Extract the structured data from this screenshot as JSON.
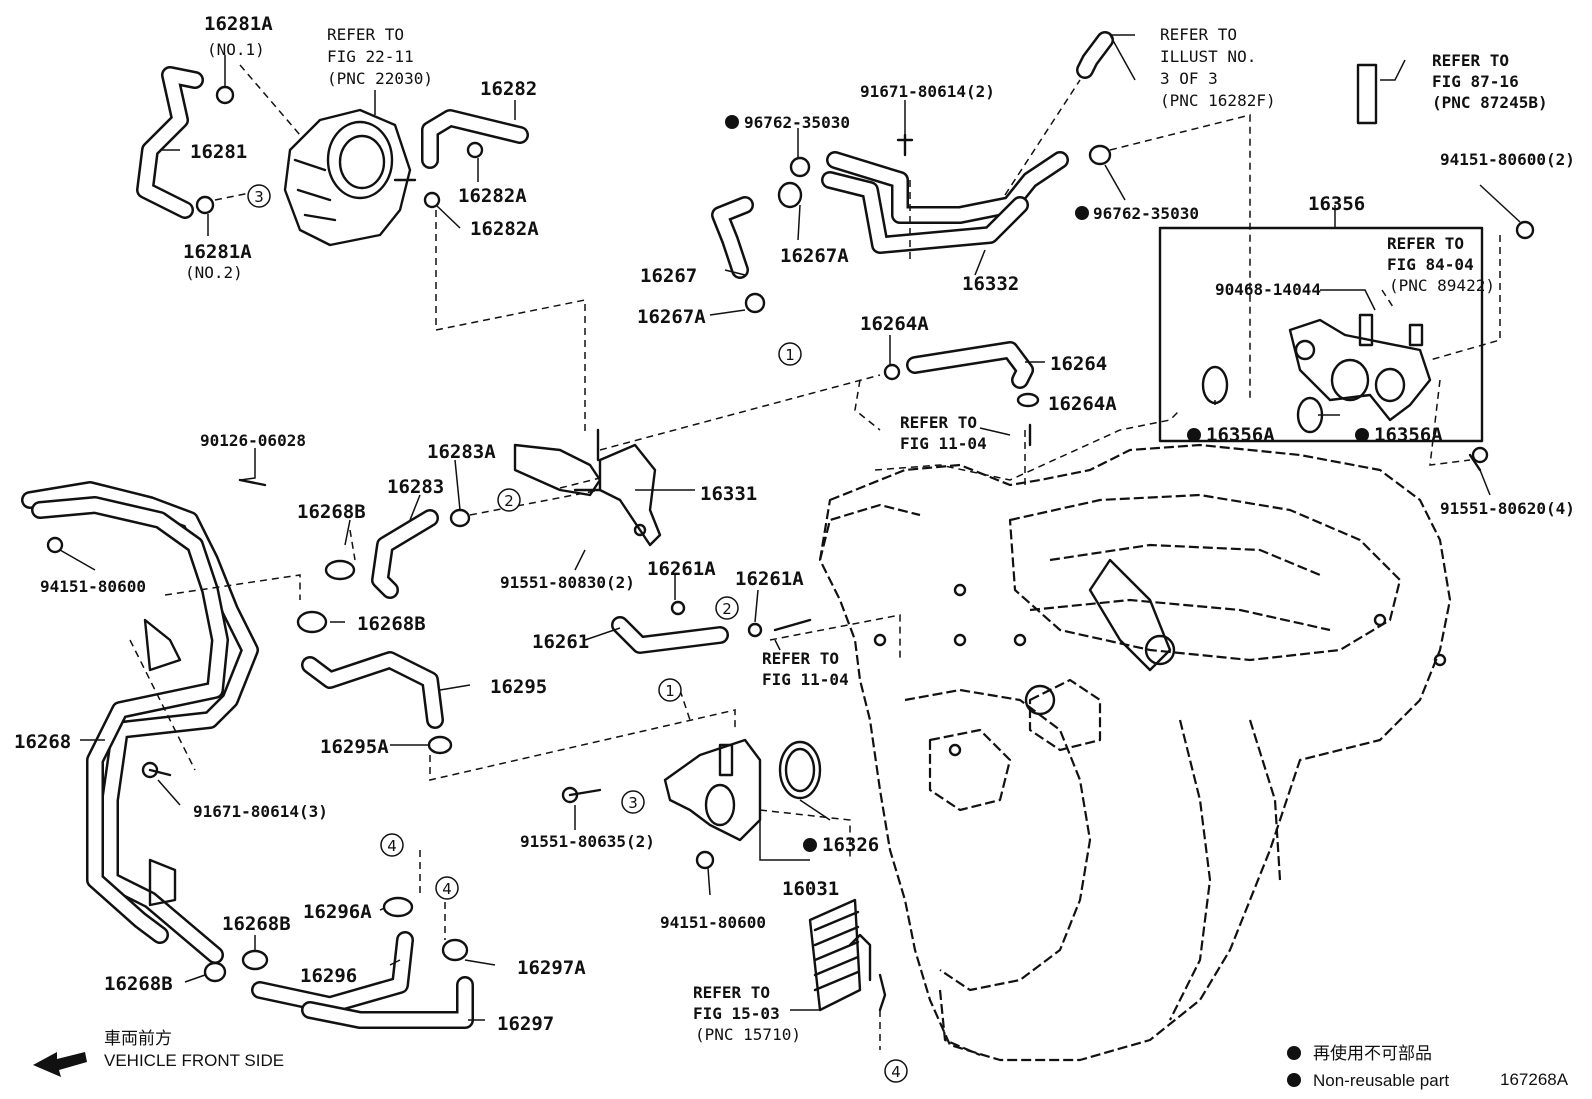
{
  "labels": {
    "p16281A_1": "16281A",
    "p16281A_1_note": "(NO.1)",
    "p16281": "16281",
    "p16281A_2": "16281A",
    "p16281A_2_note": "(NO.2)",
    "ref_throttle": [
      "REFER TO",
      "FIG 22-11",
      "(PNC 22030)"
    ],
    "p16282": "16282",
    "p16282A_a": "16282A",
    "p16282A_b": "16282A",
    "p96762_a": "96762-35030",
    "p91671_a": "91671-80614(2)",
    "ref_illust": [
      "REFER TO",
      "ILLUST NO.",
      "3 OF 3",
      "(PNC 16282F)"
    ],
    "ref_fig87": [
      "REFER TO",
      "FIG 87-16",
      "(PNC 87245B)"
    ],
    "p16267": "16267",
    "p16267A_a": "16267A",
    "p16267A_b": "16267A",
    "p16332": "16332",
    "p96762_b": "96762-35030",
    "p94151_a": "94151-80600(2)",
    "p16356": "16356",
    "ref_fig84": [
      "REFER TO",
      "FIG 84-04",
      "(PNC 89422)"
    ],
    "p90468": "90468-14044",
    "p16264A_a": "16264A",
    "p16264": "16264",
    "p16264A_b": "16264A",
    "ref_fig11a": [
      "REFER TO",
      "FIG 11-04"
    ],
    "p16356A_a": "16356A",
    "p16356A_b": "16356A",
    "p91551_a": "91551-80620(4)",
    "p90126": "90126-06028",
    "p16283A": "16283A",
    "p16283": "16283",
    "p16331": "16331",
    "p16268B_a": "16268B",
    "p94151_b": "94151-80600",
    "p91551_b": "91551-80830(2)",
    "p16261A_a": "16261A",
    "p16261A_b": "16261A",
    "ref_fig11b": [
      "REFER TO",
      "FIG 11-04"
    ],
    "p16261": "16261",
    "p16268B_b": "16268B",
    "p16295": "16295",
    "p16268": "16268",
    "p16295A": "16295A",
    "p91671_b": "91671-80614(3)",
    "p91551_c": "91551-80635(2)",
    "p16326": "16326",
    "p16031": "16031",
    "p94151_c": "94151-80600",
    "p16296A": "16296A",
    "p16268B_c": "16268B",
    "p16296": "16296",
    "p16297A": "16297A",
    "p16268B_d": "16268B",
    "p16297": "16297",
    "ref_fig15": [
      "REFER TO",
      "FIG 15-03",
      "(PNC 15710)"
    ]
  },
  "circled": {
    "c3a": "3",
    "c1a": "1",
    "c2a": "2",
    "c2b": "2",
    "c1b": "1",
    "c3b": "3",
    "c4a": "4",
    "c4b": "4",
    "c4c": "4"
  },
  "legend": {
    "front_jp": "車両前方",
    "front_en": "VEHICLE FRONT SIDE",
    "nonreusable_jp": "再使用不可部品",
    "nonreusable_en": "Non-reusable part",
    "fig_id": "167268A"
  }
}
